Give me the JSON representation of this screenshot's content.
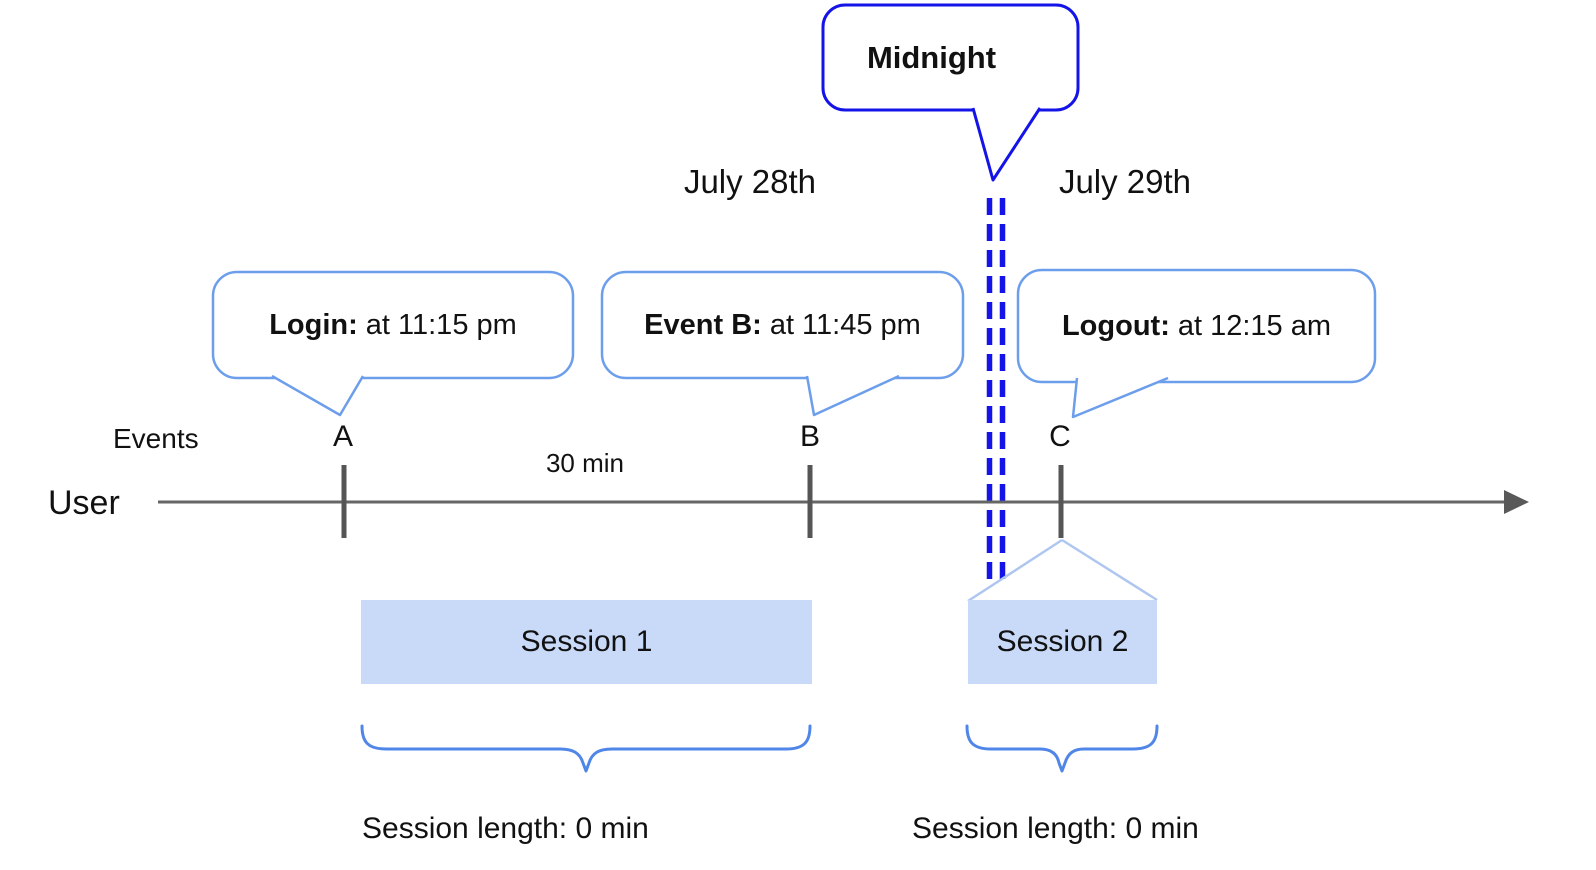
{
  "callouts": {
    "midnight": {
      "label": "Midnight"
    },
    "login": {
      "label": "Login:",
      "time": "at 11:15 pm"
    },
    "event_b": {
      "label": "Event B:",
      "time": "at 11:45 pm"
    },
    "logout": {
      "label": "Logout:",
      "time": "at 12:15 am"
    }
  },
  "dates": {
    "day_left": "July 28th",
    "day_right": "July 29th"
  },
  "timeline": {
    "row_label": "User",
    "events_label": "Events",
    "event_a": "A",
    "event_b": "B",
    "event_c": "C",
    "interval_label": "30 min"
  },
  "sessions": {
    "session1": {
      "label": "Session 1",
      "length_label": "Session length: 0 min"
    },
    "session2": {
      "label": "Session 2",
      "length_label": "Session length: 0 min"
    }
  },
  "colors": {
    "midnight_border_blue": "#1414e8",
    "dashed_line_blue": "#1414e8",
    "callout_border_blue": "#6d9eeb",
    "session_fill_blue": "#c9daf8",
    "brace_blue": "#4f86e8",
    "fan_line_blue": "#aec6f0",
    "axis_gray": "#666666",
    "tick_gray": "#555555"
  }
}
